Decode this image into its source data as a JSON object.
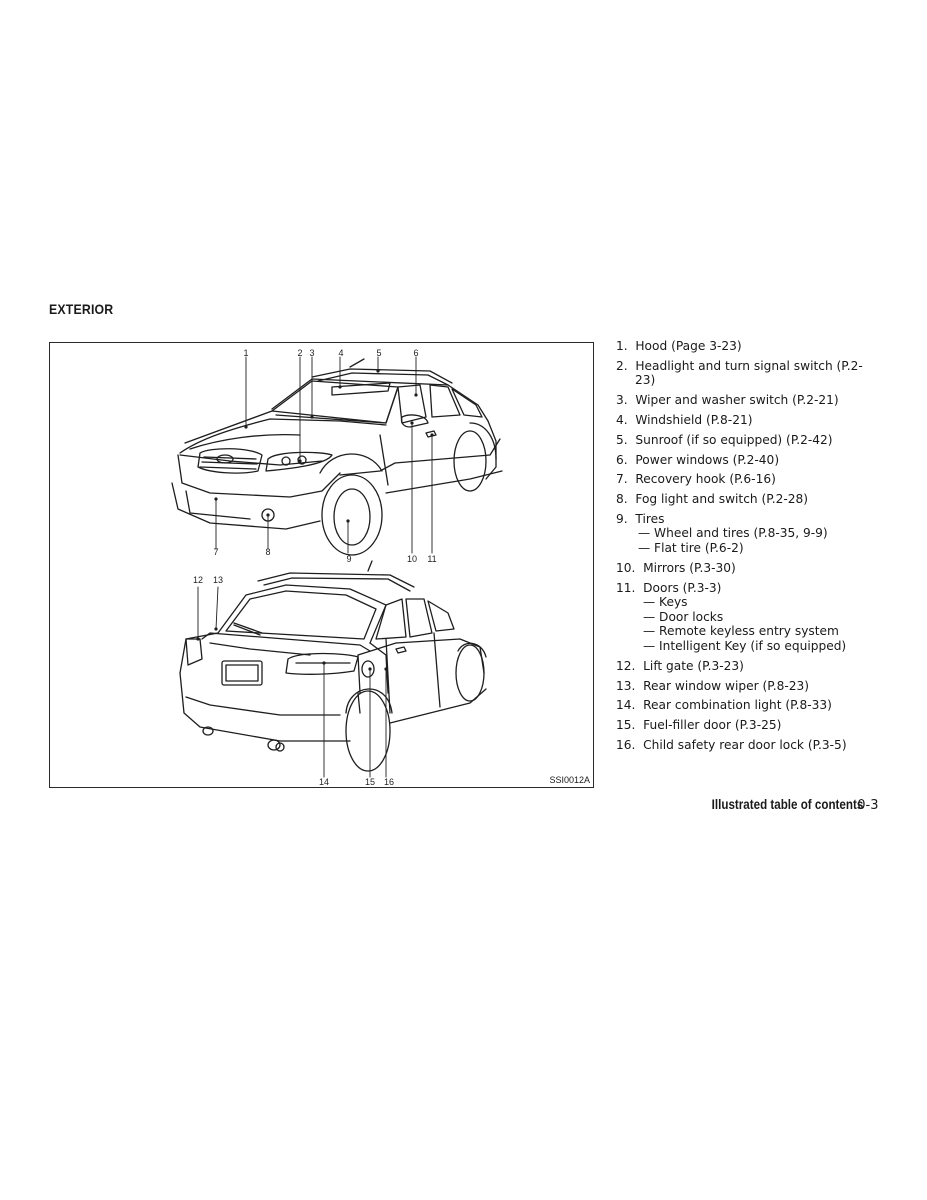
{
  "section_title": "EXTERIOR",
  "figure": {
    "code": "SSI0012A",
    "callouts_top": [
      "1",
      "2",
      "3",
      "4",
      "5",
      "6",
      "7",
      "8",
      "9",
      "10",
      "11"
    ],
    "callouts_bottom": [
      "12",
      "13",
      "14",
      "15",
      "16"
    ]
  },
  "items": [
    {
      "num": "1.",
      "text": "Hood (Page 3-23)",
      "subs": []
    },
    {
      "num": "2.",
      "text": "Headlight and turn signal switch (P.2-23)",
      "subs": []
    },
    {
      "num": "3.",
      "text": "Wiper and washer switch (P.2-21)",
      "subs": []
    },
    {
      "num": "4.",
      "text": "Windshield (P.8-21)",
      "subs": []
    },
    {
      "num": "5.",
      "text": "Sunroof (if so equipped) (P.2-42)",
      "subs": []
    },
    {
      "num": "6.",
      "text": "Power windows (P.2-40)",
      "subs": []
    },
    {
      "num": "7.",
      "text": "Recovery hook (P.6-16)",
      "subs": []
    },
    {
      "num": "8.",
      "text": "Fog light and switch (P.2-28)",
      "subs": []
    },
    {
      "num": "9.",
      "text": "Tires",
      "subs": [
        "— Wheel and tires (P.8-35, 9-9)",
        "— Flat tire (P.6-2)"
      ]
    },
    {
      "num": "10.",
      "text": "Mirrors (P.3-30)",
      "subs": []
    },
    {
      "num": "11.",
      "text": "Doors (P.3-3)",
      "subs": [
        "— Keys",
        "— Door locks",
        "— Remote keyless entry system",
        "— Intelligent Key (if so equipped)"
      ]
    },
    {
      "num": "12.",
      "text": "Lift gate (P.3-23)",
      "subs": []
    },
    {
      "num": "13.",
      "text": "Rear window wiper (P.8-23)",
      "subs": []
    },
    {
      "num": "14.",
      "text": "Rear combination light (P.8-33)",
      "subs": []
    },
    {
      "num": "15.",
      "text": "Fuel-filler door (P.3-25)",
      "subs": []
    },
    {
      "num": "16.",
      "text": "Child safety rear door lock (P.3-5)",
      "subs": []
    }
  ],
  "footer": {
    "title": "Illustrated table of contents",
    "page": "0-3"
  }
}
